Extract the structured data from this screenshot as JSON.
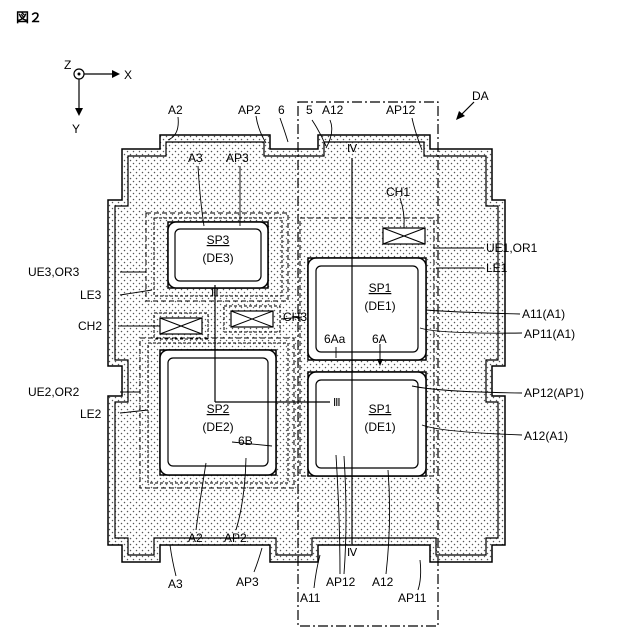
{
  "figure": {
    "label": "図２",
    "axes": {
      "z": "Z",
      "x": "X",
      "y": "Y"
    },
    "region_label": "DA",
    "section_marks": {
      "roman3": "Ⅲ",
      "roman4": "Ⅳ"
    }
  },
  "sub_pixels": {
    "sp3": {
      "name": "SP3",
      "electrode": "(DE3)"
    },
    "sp2": {
      "name": "SP2",
      "electrode": "(DE2)"
    },
    "sp1_top": {
      "name": "SP1",
      "electrode": "(DE1)"
    },
    "sp1_bottom": {
      "name": "SP1",
      "electrode": "(DE1)"
    }
  },
  "labels": {
    "top": [
      "A2",
      "AP2",
      "6",
      "5",
      "A12",
      "AP12"
    ],
    "inner_top": [
      "A3",
      "AP3"
    ],
    "left": [
      "UE3,OR3",
      "LE3",
      "CH2",
      "UE2,OR2",
      "LE2"
    ],
    "right": [
      "UE1,OR1",
      "LE1",
      "A11(A1)",
      "AP11(A1)",
      "AP12(AP1)",
      "A12(A1)"
    ],
    "middle": [
      "CH1",
      "CH3",
      "6Aa",
      "6A",
      "6B"
    ],
    "bottom_inner": [
      "A2",
      "AP2"
    ],
    "bottom": [
      "A3",
      "AP3",
      "A11",
      "AP12",
      "A12",
      "AP11"
    ]
  }
}
